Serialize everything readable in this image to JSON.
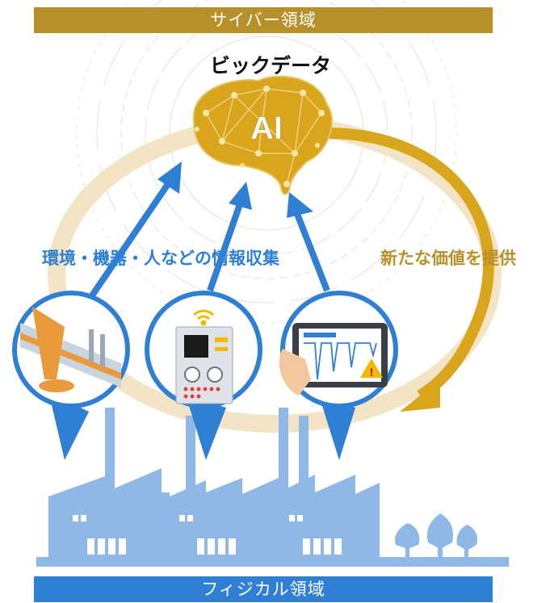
{
  "top_banner": {
    "label": "サイバー領域",
    "color": "#b8902a"
  },
  "bottom_banner": {
    "label": "フィジカル領域",
    "color": "#2f80d4"
  },
  "big_data_title": "ビックデータ",
  "ai_label": "AI",
  "collect_label": "環境・機器・人などの情報収集",
  "value_label": "新たな価値を提供",
  "icons": {
    "brain": "ai-brain-icon",
    "robot": "robot-arm-icon",
    "panel": "control-panel-icon",
    "tablet": "tablet-monitor-icon",
    "factory": "factory-icon",
    "trees": "tree-icon"
  },
  "colors": {
    "gold": "#b8902a",
    "brain_gold": "#d9a51c",
    "blue": "#2f80d4",
    "light_blue": "#8fb8e6",
    "arc_beige": "#f2e4c4"
  }
}
